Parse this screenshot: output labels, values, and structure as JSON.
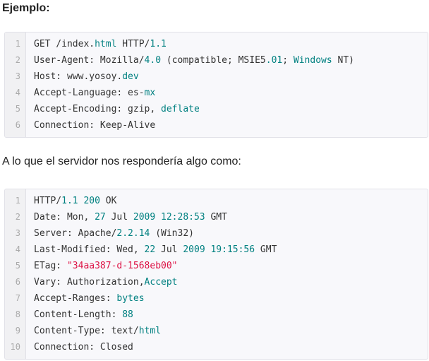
{
  "content": {
    "heading": "Ejemplo:",
    "paragraph": "A lo que el servidor nos respondería algo como:"
  },
  "colors": {
    "accent_teal": "#008080",
    "string_red": "#dd1144",
    "code_text": "#333333",
    "line_number": "#aaaaaa",
    "code_background": "#f8f8fb",
    "gutter_background": "#f1f1f3",
    "border": "#e1e1e8",
    "heading_text": "#222222"
  },
  "code_blocks": [
    {
      "name": "http-request-example",
      "lines": [
        {
          "num": "1",
          "tokens": [
            [
              "GET /index.",
              "plain"
            ],
            [
              "html",
              "teal"
            ],
            [
              " HTTP/",
              "plain"
            ],
            [
              "1.1",
              "teal"
            ]
          ]
        },
        {
          "num": "2",
          "tokens": [
            [
              "User-Agent: Mozilla/",
              "plain"
            ],
            [
              "4.0",
              "teal"
            ],
            [
              " (compatible; MSIE5",
              "plain"
            ],
            [
              ".01",
              "teal"
            ],
            [
              "; ",
              "plain"
            ],
            [
              "Windows",
              "teal"
            ],
            [
              " NT)",
              "plain"
            ]
          ]
        },
        {
          "num": "3",
          "tokens": [
            [
              "Host: www.yosoy.",
              "plain"
            ],
            [
              "dev",
              "teal"
            ]
          ]
        },
        {
          "num": "4",
          "tokens": [
            [
              "Accept-Language: es-",
              "plain"
            ],
            [
              "mx",
              "teal"
            ]
          ]
        },
        {
          "num": "5",
          "tokens": [
            [
              "Accept-Encoding: gzip, ",
              "plain"
            ],
            [
              "deflate",
              "teal"
            ]
          ]
        },
        {
          "num": "6",
          "tokens": [
            [
              "Connection: Keep-Alive",
              "plain"
            ]
          ]
        }
      ]
    },
    {
      "name": "http-response-example",
      "lines": [
        {
          "num": "1",
          "tokens": [
            [
              "HTTP/",
              "plain"
            ],
            [
              "1.1",
              "teal"
            ],
            [
              " ",
              "plain"
            ],
            [
              "200",
              "teal"
            ],
            [
              " OK",
              "plain"
            ]
          ]
        },
        {
          "num": "2",
          "tokens": [
            [
              "Date: Mon, ",
              "plain"
            ],
            [
              "27",
              "teal"
            ],
            [
              " Jul ",
              "plain"
            ],
            [
              "2009 12:28:53",
              "teal"
            ],
            [
              " GMT",
              "plain"
            ]
          ]
        },
        {
          "num": "3",
          "tokens": [
            [
              "Server: Apache/",
              "plain"
            ],
            [
              "2.2.14",
              "teal"
            ],
            [
              " (Win32)",
              "plain"
            ]
          ]
        },
        {
          "num": "4",
          "tokens": [
            [
              "Last-Modified: Wed, ",
              "plain"
            ],
            [
              "22",
              "teal"
            ],
            [
              " Jul ",
              "plain"
            ],
            [
              "2009 19:15:56",
              "teal"
            ],
            [
              " GMT",
              "plain"
            ]
          ]
        },
        {
          "num": "5",
          "tokens": [
            [
              "ETag: ",
              "plain"
            ],
            [
              "\"34aa387-d-1568eb00\"",
              "red"
            ]
          ]
        },
        {
          "num": "6",
          "tokens": [
            [
              "Vary: Authorization,",
              "plain"
            ],
            [
              "Accept",
              "teal"
            ]
          ]
        },
        {
          "num": "7",
          "tokens": [
            [
              "Accept-Ranges: ",
              "plain"
            ],
            [
              "bytes",
              "teal"
            ]
          ]
        },
        {
          "num": "8",
          "tokens": [
            [
              "Content-Length: ",
              "plain"
            ],
            [
              "88",
              "teal"
            ]
          ]
        },
        {
          "num": "9",
          "tokens": [
            [
              "Content-Type: text/",
              "plain"
            ],
            [
              "html",
              "teal"
            ]
          ]
        },
        {
          "num": "10",
          "tokens": [
            [
              "Connection: Closed",
              "plain"
            ]
          ]
        }
      ]
    }
  ]
}
